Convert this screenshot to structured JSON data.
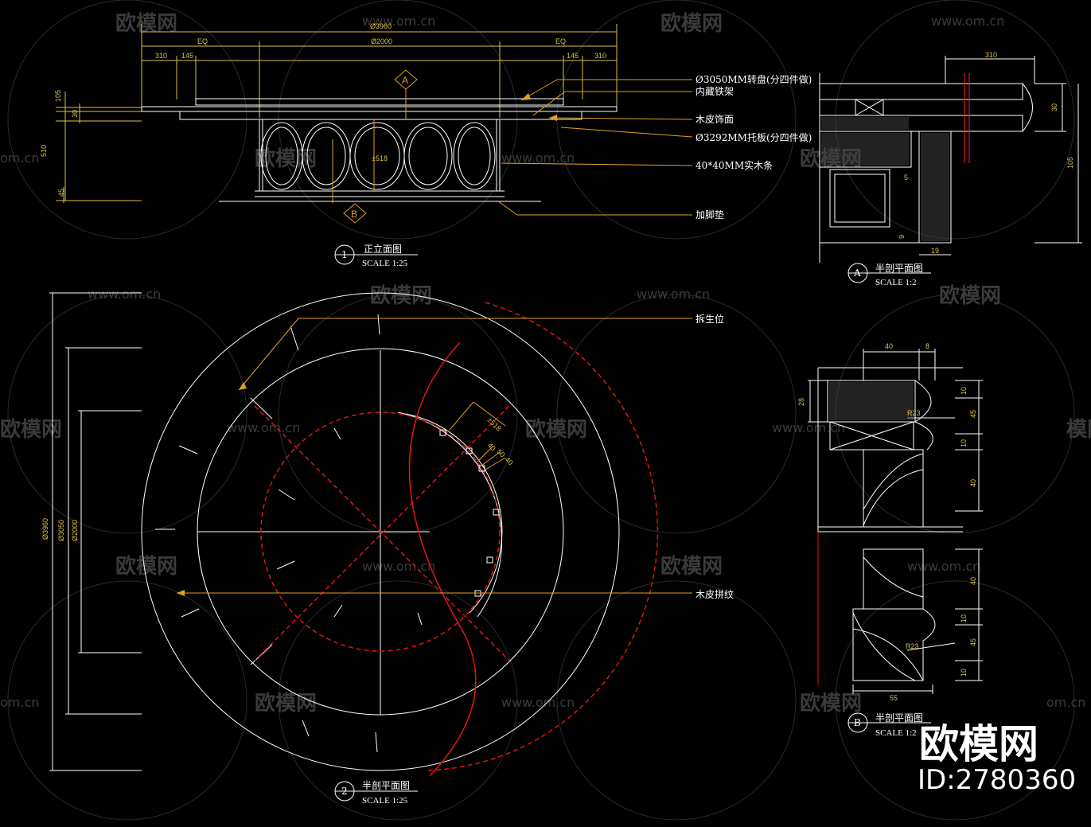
{
  "watermark": {
    "brand": "欧模网",
    "url": "www.om.cn",
    "url_short": "om.cn",
    "brand_part": "模网"
  },
  "brand": {
    "name": "欧模网",
    "id": "ID:2780360"
  },
  "colors": {
    "line": "#ffffff",
    "dim": "#d8c24a",
    "hidden": "#e01515",
    "leader": "#e0a020",
    "watermark": "#3a3a3a"
  },
  "elevation": {
    "title": "正立面图",
    "scale": "SCALE 1:25",
    "number": "1",
    "dims": {
      "overall": "Ø3960",
      "eq_left": "EQ",
      "eq_right": "EQ",
      "center": "Ø2000",
      "d310_left": "310",
      "d145_left": "145",
      "d145_right": "145",
      "d310_right": "310",
      "v105": "105",
      "v30": "30",
      "v510": "510",
      "v45": "45",
      "inner": "±518"
    },
    "markers": {
      "a": "A",
      "b": "B"
    },
    "callouts": [
      "Ø3050MM转盘(分四件做)",
      "内藏铁架",
      "木皮饰面",
      "Ø3292MM托板(分四件做)",
      "40*40MM实木条",
      "加脚垫"
    ]
  },
  "plan": {
    "title": "半剖平面图",
    "scale": "SCALE 1:25",
    "number": "2",
    "dims": {
      "outer": "Ø3960",
      "middle": "Ø3050",
      "inner": "Ø2000",
      "detail": "±518",
      "d40a": "40",
      "d50": "50",
      "d40b": "40"
    },
    "callouts": [
      "拆生位",
      "木皮拼纹"
    ]
  },
  "section_a": {
    "title": "半剖平面图",
    "scale": "SCALE 1:2",
    "number": "A",
    "dims": {
      "top": "310",
      "v30": "30",
      "v105": "105",
      "d5": "5",
      "d9": "9",
      "d19": "19"
    }
  },
  "section_b": {
    "title": "半剖平面图",
    "scale": "SCALE 1:2",
    "number": "B",
    "dims": {
      "d40": "40",
      "d8": "8",
      "d28": "28",
      "r23a": "R23",
      "r23b": "R23",
      "r10a": "10",
      "r45a": "45",
      "r10b": "10",
      "r40a": "40",
      "r40b": "40",
      "r10c": "10",
      "r45b": "45",
      "r10d": "10",
      "d55": "55"
    }
  }
}
